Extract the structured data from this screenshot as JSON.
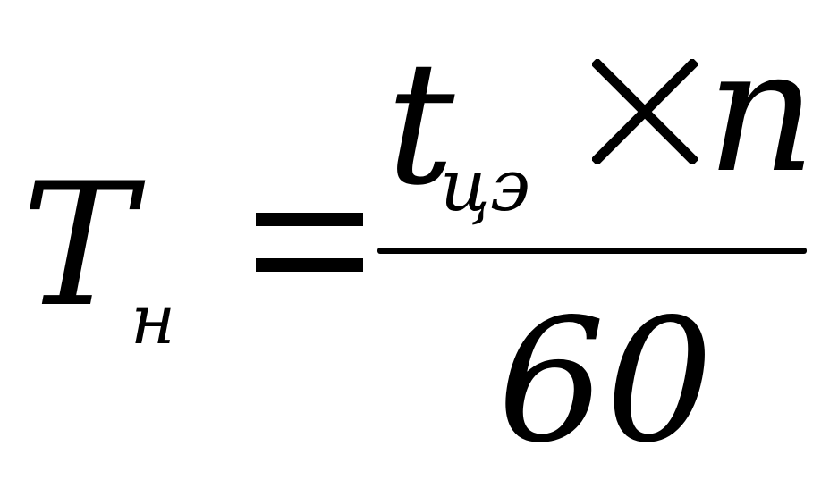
{
  "formula": {
    "lhs": {
      "symbol": "T",
      "subscript": "н"
    },
    "numerator": {
      "symbol": "t",
      "subscript": "цэ",
      "operator": "×",
      "variable": "n"
    },
    "denominator": "60"
  }
}
